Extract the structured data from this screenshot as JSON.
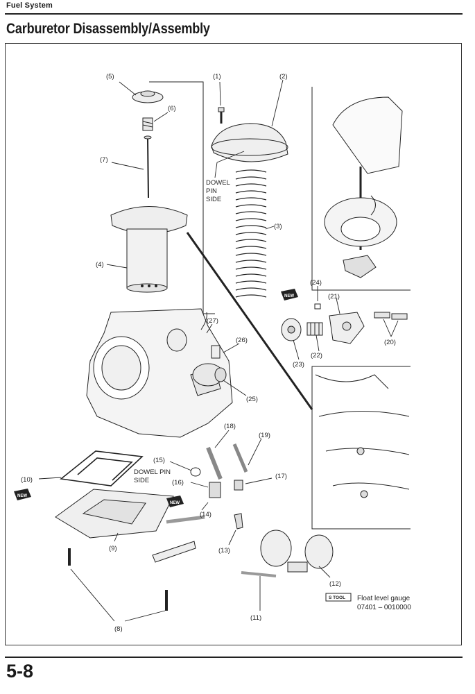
{
  "header": {
    "section": "Fuel System",
    "title": "Carburetor Disassembly/Assembly"
  },
  "footer": {
    "page_number": "5-8"
  },
  "diagram": {
    "part_labels": [
      "(1)",
      "(2)",
      "(3)",
      "(4)",
      "(5)",
      "(6)",
      "(7)",
      "(8)",
      "(9)",
      "(10)",
      "(11)",
      "(12)",
      "(13)",
      "(14)",
      "(15)",
      "(16)",
      "(17)",
      "(18)",
      "(19)",
      "(20)",
      "(21)",
      "(22)",
      "(23)",
      "(24)",
      "(25)",
      "(26)",
      "(27)"
    ],
    "callouts": {
      "dowel_pin_side_1": [
        "DOWEL",
        "PIN",
        "SIDE"
      ],
      "dowel_pin_side_2": [
        "DOWEL PIN",
        "SIDE"
      ]
    },
    "new_badge": "NEW",
    "tool_badge": "S TOOL",
    "tool_note": {
      "name": "Float level gauge",
      "part_number": "07401 – 0010000"
    }
  }
}
